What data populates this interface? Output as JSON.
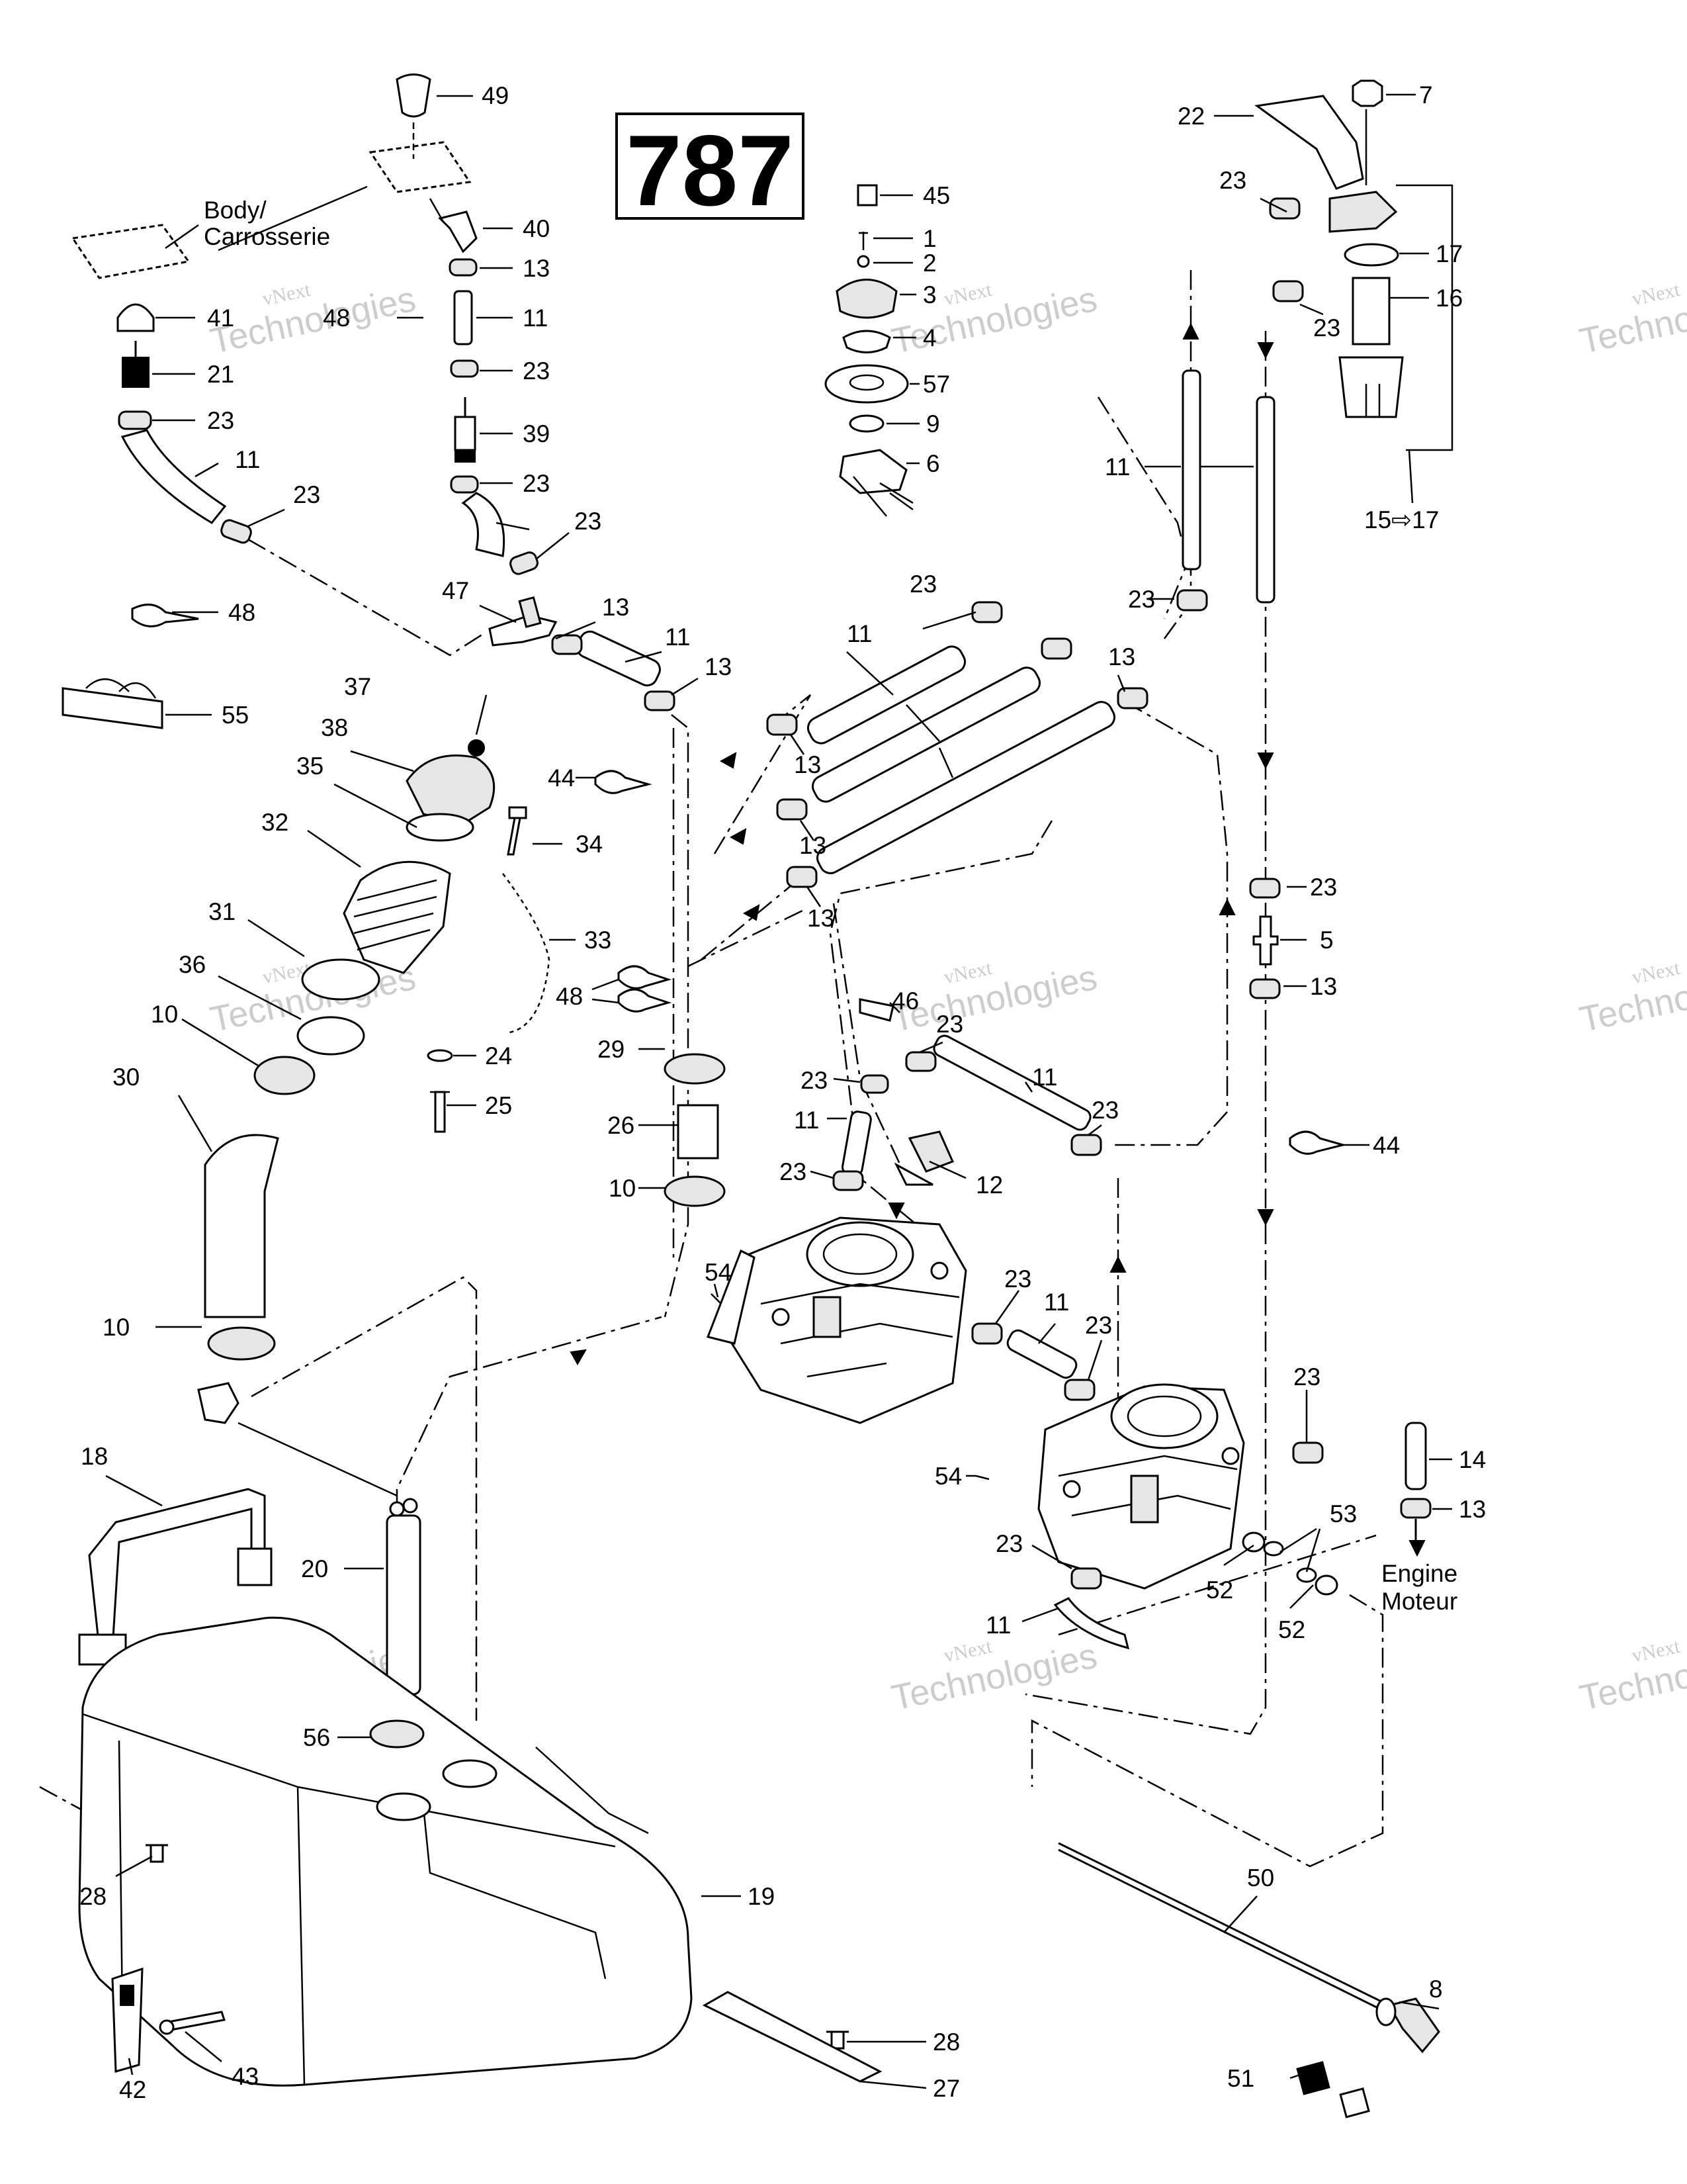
{
  "diagram_number": "787",
  "body_label": [
    "Body/",
    "Carrosserie"
  ],
  "engine_label": [
    "Engine",
    "Moteur"
  ],
  "watermark": [
    "vNext",
    "Technologies"
  ],
  "callouts": [
    "49",
    "40",
    "13",
    "11",
    "23",
    "39",
    "23",
    "23",
    "41",
    "21",
    "23",
    "11",
    "23",
    "48",
    "47",
    "13",
    "11",
    "13",
    "48",
    "55",
    "45",
    "1",
    "2",
    "3",
    "4",
    "57",
    "9",
    "6",
    "22",
    "7",
    "23",
    "17",
    "16",
    "23",
    "15⇨17",
    "11",
    "23",
    "23",
    "11",
    "13",
    "13",
    "13",
    "13",
    "37",
    "38",
    "35",
    "34",
    "44",
    "32",
    "33",
    "31",
    "36",
    "48",
    "10",
    "30",
    "24",
    "25",
    "29",
    "26",
    "10",
    "46",
    "23",
    "23",
    "11",
    "11",
    "23",
    "12",
    "23",
    "23",
    "5",
    "13",
    "44",
    "54",
    "23",
    "11",
    "23",
    "23",
    "14",
    "13",
    "54",
    "53",
    "23",
    "52",
    "52",
    "11",
    "10",
    "18",
    "20",
    "56",
    "28",
    "19",
    "42",
    "43",
    "28",
    "27",
    "50",
    "8",
    "51"
  ]
}
